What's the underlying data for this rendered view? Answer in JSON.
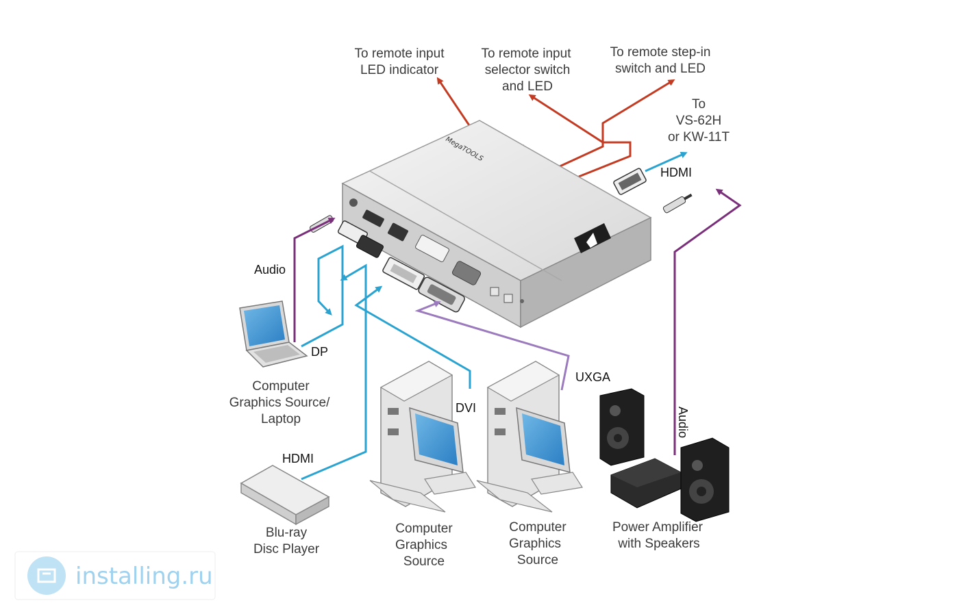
{
  "colors": {
    "control_line": "#c23b22",
    "video_line": "#2aa3d1",
    "audio_line": "#7a2f7a",
    "uxga_line": "#9b7bbd"
  },
  "device": {
    "brand_text": "MegaTOOLS",
    "logo": "kramer-k-logo"
  },
  "labels": {
    "remote_input_led": [
      "To remote input",
      "LED indicator"
    ],
    "remote_selector": [
      "To remote input",
      "selector switch",
      "and LED"
    ],
    "remote_stepin": [
      "To remote step-in",
      "switch and LED"
    ],
    "to_vs": [
      "To",
      "VS-62H",
      "or KW-11T"
    ],
    "hdmi_out": "HDMI",
    "audio_in": "Audio",
    "dp": "DP",
    "dvi": "DVI",
    "uxga": "UXGA",
    "hdmi_in": "HDMI",
    "audio_out": "Audio",
    "laptop": [
      "Computer",
      "Graphics Source/",
      "Laptop"
    ],
    "bluray": [
      "Blu-ray",
      "Disc Player"
    ],
    "pc1": [
      "Computer",
      "Graphics",
      "Source"
    ],
    "pc2": [
      "Computer",
      "Graphics",
      "Source"
    ],
    "amp": [
      "Power Amplifier",
      "with Speakers"
    ]
  },
  "watermark": {
    "text": "installing.ru"
  }
}
